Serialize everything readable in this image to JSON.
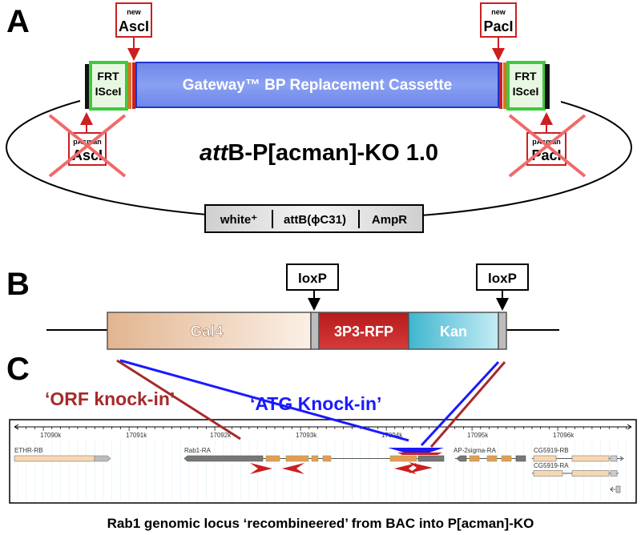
{
  "panels": {
    "a": "A",
    "b": "B",
    "c": "C"
  },
  "panel_a": {
    "new_ascI": {
      "prefix": "new",
      "name": "AscI"
    },
    "new_pacI": {
      "prefix": "new",
      "name": "PacI"
    },
    "frt_left": {
      "line1": "FRT",
      "line2": "ISceI"
    },
    "frt_right": {
      "line1": "FRT",
      "line2": "ISceI"
    },
    "cassette": "Gateway™ BP Replacement Cassette",
    "pacman_ascI": {
      "prefix": "pAcman",
      "name": "AscI"
    },
    "pacman_pacI": {
      "prefix": "pAcman",
      "name": "PacI"
    },
    "vector_name": {
      "italic": "att",
      "rest": "B-P[acman]-KO 1.0"
    },
    "markers": [
      "white⁺",
      "attB(ϕC31)",
      "AmpR"
    ]
  },
  "panel_b": {
    "loxp_left": "loxP",
    "loxp_right": "loxP",
    "segments": [
      "Gal4",
      "3P3-RFP",
      "Kan"
    ]
  },
  "panel_c": {
    "orf_label": "‘ORF knock-in’",
    "atg_label": "‘ATG Knock-in’",
    "ticks": [
      "17090k",
      "17091k",
      "17092k",
      "17093k",
      "17094k",
      "17095k",
      "17096k"
    ],
    "genes": [
      "ETHR-RB",
      "Rab1-RA",
      "AP-2sigma-RA",
      "CG5919-RB",
      "CG5919-RA"
    ],
    "caption": "Rab1 genomic locus ‘recombineered’ from BAC into P[acman]-KO"
  },
  "colors": {
    "red": "#cc1f1f",
    "blue": "#1a1aff",
    "dark_red": "#a52a2a",
    "cassette": "#7f95ee",
    "frt_green": "#3ec93e"
  }
}
